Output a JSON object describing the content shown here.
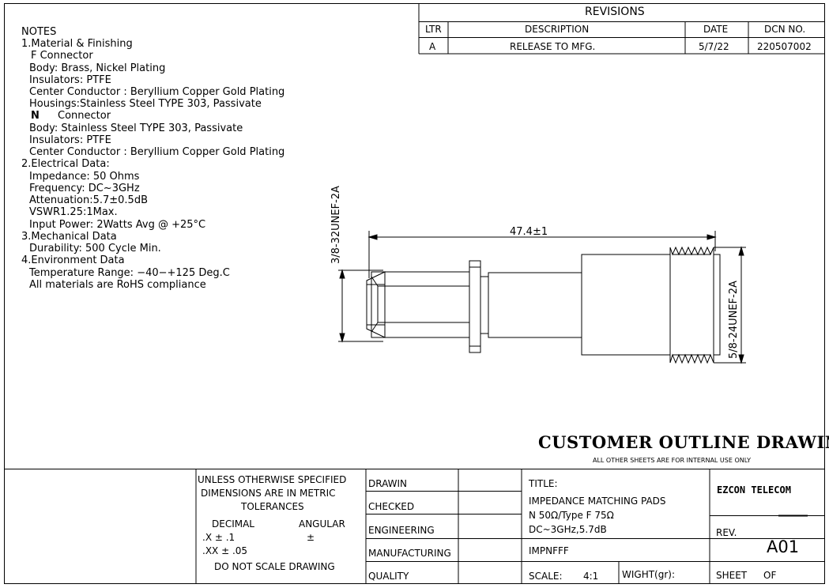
{
  "revisions": {
    "title": "REVISIONS",
    "headers": {
      "ltr": "LTR",
      "description": "DESCRIPTION",
      "date": "DATE",
      "dcn": "DCN NO."
    },
    "row": {
      "ltr": "A",
      "description": "RELEASE TO MFG.",
      "date": "5/7/22",
      "dcn": "220507002"
    }
  },
  "notes": {
    "heading": "NOTES",
    "lines": [
      "1.Material & Finishing",
      "F Connector",
      "Body: Brass, Nickel Plating",
      "Insulators: PTFE",
      "Center Conductor : Beryllium Copper Gold Plating",
      "Housings:Stainless Steel TYPE 303, Passivate",
      "Connector",
      "Body: Stainless Steel TYPE 303, Passivate",
      "Insulators: PTFE",
      "Center Conductor : Beryllium Copper Gold Plating",
      "2.Electrical Data:",
      "Impedance: 50 Ohms",
      "Frequency: DC~3GHz",
      "Attenuation:5.7±0.5dB",
      "VSWR1.25:1Max.",
      "Input Power: 2Watts Avg @ +25°C",
      "3.Mechanical Data",
      "Durability: 500 Cycle Min.",
      "4.Environment Data",
      "Temperature Range: −40−+125 Deg.C",
      "All materials are RoHS compliance"
    ],
    "n_letter": "N"
  },
  "drawing": {
    "dim_length": "47.4±1",
    "thread_left": "3/8-32UNEF-2A",
    "thread_right": "5/8-24UNEF-2A"
  },
  "heading": {
    "title": "CUSTOMER OUTLINE DRAWING",
    "subtitle": "ALL OTHER SHEETS ARE FOR INTERNAL USE ONLY"
  },
  "title_block": {
    "unless_lines": [
      "UNLESS OTHERWISE SPECIFIED",
      "DIMENSIONS ARE IN METRIC",
      "TOLERANCES"
    ],
    "decimal": "DECIMAL",
    "angular": "ANGULAR",
    "x_tol": ".X ± .1",
    "angular_tol": "±",
    "xx_tol": ".XX ± .05",
    "do_not_scale": "DO NOT SCALE DRAWING",
    "roles": [
      "DRAWIN",
      "CHECKED",
      "ENGINEERING",
      "MANUFACTURING",
      "QUALITY"
    ],
    "title_label": "TITLE:",
    "title_lines": [
      "IMPEDANCE MATCHING PADS",
      "N 50Ω/Type F 75Ω",
      "DC~3GHz,5.7dB"
    ],
    "part_no": "IMPNFFF",
    "scale_label": "SCALE:",
    "scale_value": "4:1",
    "weight_label": "WIGHT(gr):",
    "company": "EZCON TELECOM",
    "rev_label": "REV.",
    "rev_value": "A01",
    "sheet_label": "SHEET",
    "of_label": "OF"
  }
}
